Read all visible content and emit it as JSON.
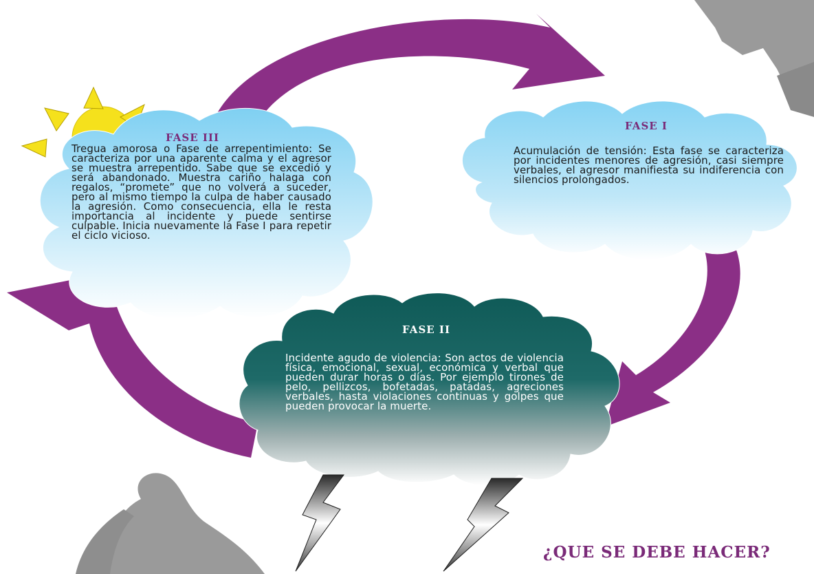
{
  "phases": {
    "fase1": {
      "title": "FASE I",
      "body": "Acumulación de tensión: Esta fase se caracteriza por incidentes menores de agresión, casi siempre verbales, el agresor manifiesta su indiferencia con silencios prolongados."
    },
    "fase2": {
      "title": "FASE II",
      "body": "Incidente agudo de violencia: Son actos de violencia física, emocional, sexual, económica y verbal que pueden durar horas o días. Por ejemplo tirones de pelo, pellizcos, bofetadas, patadas, agreciones verbales, hasta violaciones continuas y golpes que pueden provocar la muerte."
    },
    "fase3": {
      "title": "FASE III",
      "body": "Tregua amorosa o Fase de arrepentimiento: Se caracteriza por una aparente calma y el agresor se muestra arrepentido. Sabe que se excedió y será abandonado. Muestra cariño halaga con regalos, “promete” que no volverá a suceder, pero al mismo tiempo la culpa de haber causado la agresión. Como consecuencia, ella le resta importancia al incidente y puede sentirse culpable. Inicia nuevamente la Fase I para repetir el ciclo vicioso."
    }
  },
  "footer": {
    "cta": "¿QUE SE DEBE HACER?"
  },
  "colors": {
    "arrow": "#8b2f86",
    "title": "#7a2a78",
    "cloud_light_top": "#7fd0f2",
    "cloud_light_bottom": "#ffffff",
    "cloud_dark_top": "#0f5a57",
    "cloud_dark_bottom": "#ffffff",
    "sun": "#f5e11c",
    "silhouette": "#9a9a9a"
  },
  "icons": [
    "sun-icon",
    "lightning-icon",
    "person-silhouette-icon",
    "figure-silhouette-icon"
  ]
}
